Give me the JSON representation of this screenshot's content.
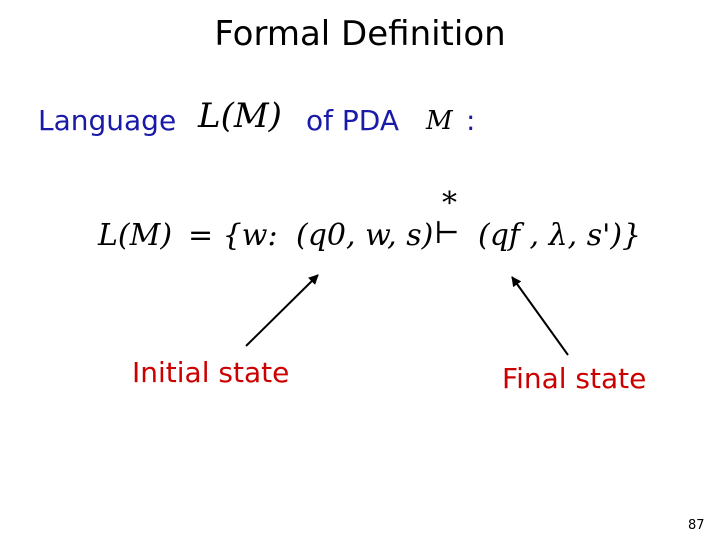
{
  "title": "Formal Definition",
  "definition_line": {
    "language_label": "Language",
    "language_symbol": "L(M)",
    "of_pda_label": "of PDA",
    "machine_symbol": "M",
    "colon": ":"
  },
  "formula": {
    "lhs": "L(M)",
    "set_open": "= {w:",
    "initial_config": "(q0, w, s)",
    "star": "*",
    "yields_glyph": "⊢",
    "final_config": "(qf , λ, s')}"
  },
  "annotations": {
    "initial_state_label": "Initial state",
    "final_state_label": "Final state"
  },
  "page_number": "87",
  "colors": {
    "title": "#000000",
    "definition_text": "#1a1aa8",
    "annotation_text": "#cc0000",
    "arrows": "#000000"
  }
}
